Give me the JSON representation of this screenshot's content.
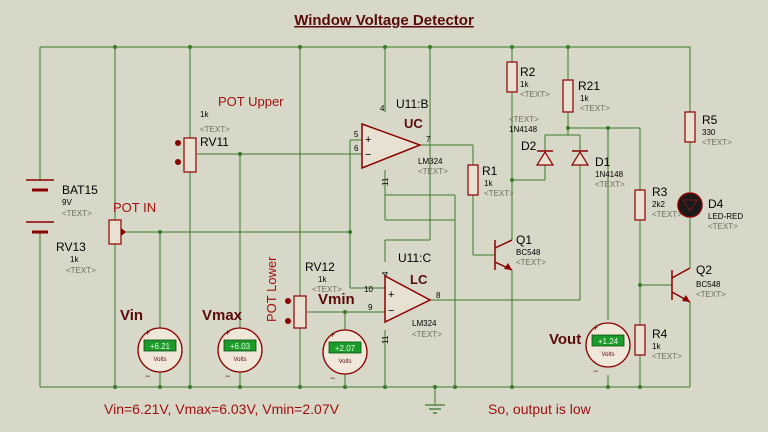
{
  "colors": {
    "background": "#d8d8c8",
    "wire": "#3a7a2a",
    "component": "#8a0000",
    "title": "#8a0000",
    "meter_display": "#1d9b2a",
    "annotation": "#a01010"
  },
  "title": "Window Voltage Detector",
  "battery": {
    "ref": "BAT15",
    "value": "9V",
    "text": "<TEXT>"
  },
  "rv13": {
    "ref": "RV13",
    "value": "1k",
    "text": "<TEXT>",
    "label": "POT IN"
  },
  "rv11": {
    "ref": "RV11",
    "value": "1k",
    "text": "<TEXT>",
    "label": "POT Upper"
  },
  "rv12": {
    "ref": "RV12",
    "value": "1k",
    "text": "<TEXT>",
    "label": "POT Lower"
  },
  "u11b": {
    "ref": "U11:B",
    "label": "UC",
    "part": "LM324",
    "text": "<TEXT>",
    "pins": [
      "4",
      "5",
      "6",
      "7",
      "11"
    ]
  },
  "u11c": {
    "ref": "U11:C",
    "label": "LC",
    "part": "LM324",
    "text": "<TEXT>",
    "pins": [
      "4",
      "10",
      "9",
      "8",
      "11"
    ]
  },
  "r1": {
    "ref": "R1",
    "value": "1k",
    "text": "<TEXT>"
  },
  "r2": {
    "ref": "R2",
    "value": "1k",
    "text": "<TEXT>"
  },
  "r21": {
    "ref": "R21",
    "value": "1k",
    "text": "<TEXT>"
  },
  "r3": {
    "ref": "R3",
    "value": "2k2",
    "text": "<TEXT>"
  },
  "r4": {
    "ref": "R4",
    "value": "1k",
    "text": "<TEXT>"
  },
  "r5": {
    "ref": "R5",
    "value": "330",
    "text": "<TEXT>"
  },
  "d1": {
    "ref": "D1",
    "value": "1N4148",
    "text": "<TEXT>"
  },
  "d2": {
    "ref": "D2",
    "value": "1N4148",
    "text": "<TEXT>"
  },
  "d4": {
    "ref": "D4",
    "value": "LED-RED",
    "text": "<TEXT>"
  },
  "q1": {
    "ref": "Q1",
    "value": "BC548",
    "text": "<TEXT>"
  },
  "q2": {
    "ref": "Q2",
    "value": "BC548",
    "text": "<TEXT>"
  },
  "meters": [
    {
      "label": "Vin",
      "reading": "+6.21",
      "unit": "Volts"
    },
    {
      "label": "Vmax",
      "reading": "+6.03",
      "unit": "Volts"
    },
    {
      "label": "Vmin",
      "reading": "+2.07",
      "unit": "Volts"
    },
    {
      "label": "Vout",
      "reading": "+1.24",
      "unit": "Volts"
    }
  ],
  "meter_signs": {
    "plus": "+",
    "minus": "−"
  },
  "summary": "Vin=6.21V, Vmax=6.03V, Vmin=2.07V",
  "conclusion": "So, output is low"
}
